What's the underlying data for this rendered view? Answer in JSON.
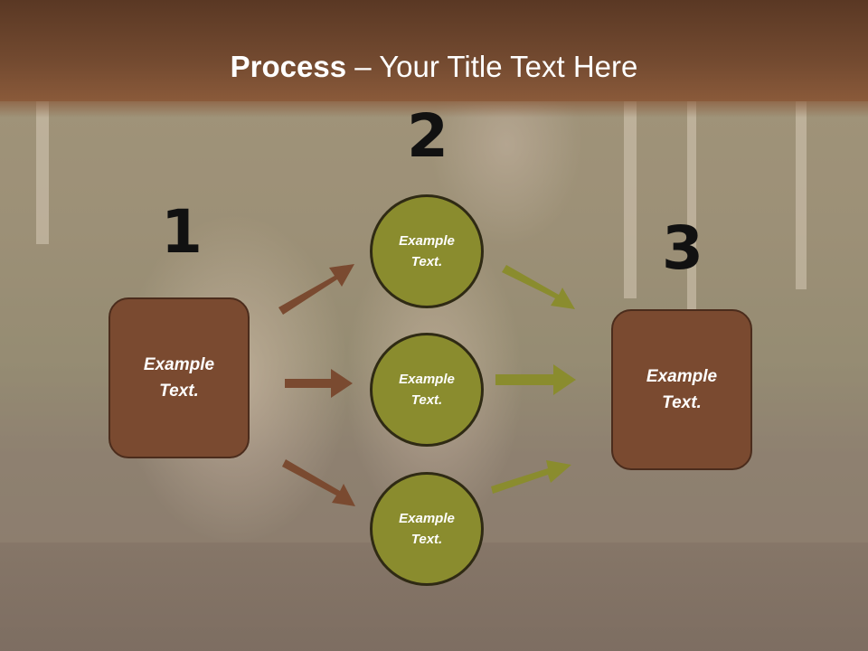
{
  "title": {
    "bold": "Process",
    "rest": " – Your Title Text Here"
  },
  "steps": [
    "1",
    "2",
    "3"
  ],
  "left_box": "Example\nText.",
  "right_box": "Example\nText.",
  "circles": [
    "Example\nText.",
    "Example\nText.",
    "Example\nText."
  ],
  "colors": {
    "title_bar": "#734a30",
    "box": "#7a4a30",
    "circle": "#8a8c2e",
    "arrow_brown": "#7a4a30",
    "arrow_olive": "#8a8c2e"
  }
}
